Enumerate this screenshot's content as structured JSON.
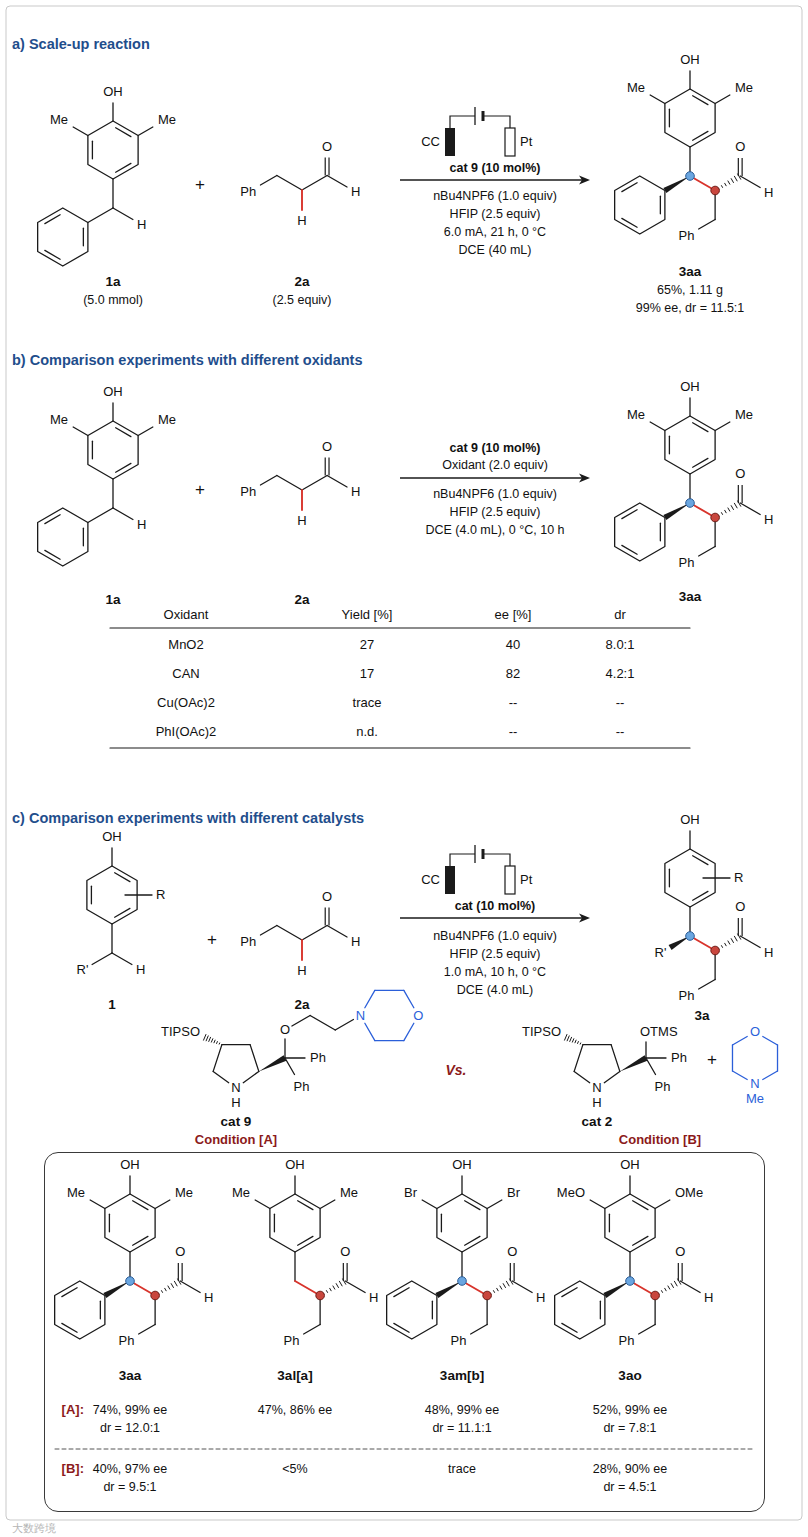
{
  "diagram": {
    "nodes": [
      {
        "text": [
          "OH",
          "Me",
          "Me",
          "O",
          "H",
          "Ph",
          "OH",
          "Me",
          "Me",
          "O",
          "H",
          "Ph",
          "OH",
          "Br",
          "Br",
          "O",
          "H",
          "Ph",
          "OH",
          "MeO",
          "OMe",
          "O",
          "H",
          "Ph",
          "3aa",
          "3al[a]",
          "3am[b]",
          "3ao",
          "[A]:",
          "74%, 99% ee",
          "dr = 12.0:1",
          "47%, 86% ee",
          "48%, 99% ee",
          "dr = 11.1:1",
          "52%, 99% ee",
          "dr = 7.8:1",
          "[B]:",
          "40%, 97% ee",
          "dr = 9.5:1",
          "<5%",
          "trace",
          "28%, 90% ee",
          "dr = 4.5:1"
        ]
      }
    ],
    "labels": [
      "a) Scale-up reaction",
      "OH",
      "Me",
      "Me",
      "H",
      "1a",
      "(5.0 mmol)",
      "+",
      "Ph",
      "O",
      "H",
      "H",
      "2a",
      "(2.5 equiv)",
      "CC",
      "Pt",
      "cat 9 (10 mol%)",
      "nBu4NPF6 (1.0 equiv)",
      "HFIP (2.5 equiv)",
      "6.0 mA, 21 h, 0 °C",
      "DCE (40 mL)",
      "OH",
      "Me",
      "Me",
      "O",
      "H",
      "Ph",
      "3aa",
      "65%, 1.11 g",
      "99% ee, dr = 11.5:1",
      "b) Comparison experiments with different oxidants",
      "OH",
      "Me",
      "Me",
      "H",
      "1a",
      "+",
      "Ph",
      "O",
      "H",
      "H",
      "2a",
      "cat 9 (10 mol%)",
      "Oxidant (2.0 equiv)",
      "nBu4NPF6 (1.0 equiv)",
      "HFIP (2.5 equiv)",
      "DCE (4.0 mL), 0 °C, 10 h",
      "OH",
      "Me",
      "Me",
      "O",
      "H",
      "Ph",
      "3aa",
      "Oxidant",
      "Yield [%]",
      "ee [%]",
      "dr",
      "MnO2",
      "27",
      "40",
      "8.0:1",
      "CAN",
      "17",
      "82",
      "4.2:1",
      "Cu(OAc)2",
      "trace",
      "--",
      "--",
      "PhI(OAc)2",
      "n.d.",
      "--",
      "--",
      "c) Comparison experiments with different catalysts",
      "OH",
      "R",
      "R'",
      "H",
      "1",
      "+",
      "Ph",
      "O",
      "H",
      "H",
      "2a",
      "CC",
      "Pt",
      "cat (10 mol%)",
      "nBu4NPF6 (1.0 equiv)",
      "HFIP (2.5 equiv)",
      "1.0 mA, 10 h, 0 °C",
      "DCE (4.0 mL)",
      "OH",
      "R",
      "R'",
      "O",
      "H",
      "Ph",
      "3a",
      "TIPSO",
      "N",
      "H",
      "Ph",
      "Ph",
      "O",
      "N",
      "O",
      "cat 9",
      "Condition [A]",
      "Vs.",
      "TIPSO",
      "N",
      "H",
      "OTMS",
      "Ph",
      "Ph",
      "cat 2",
      "+",
      "O",
      "N",
      "Me",
      "Condition [B]",
      "大数跨境"
    ]
  }
}
